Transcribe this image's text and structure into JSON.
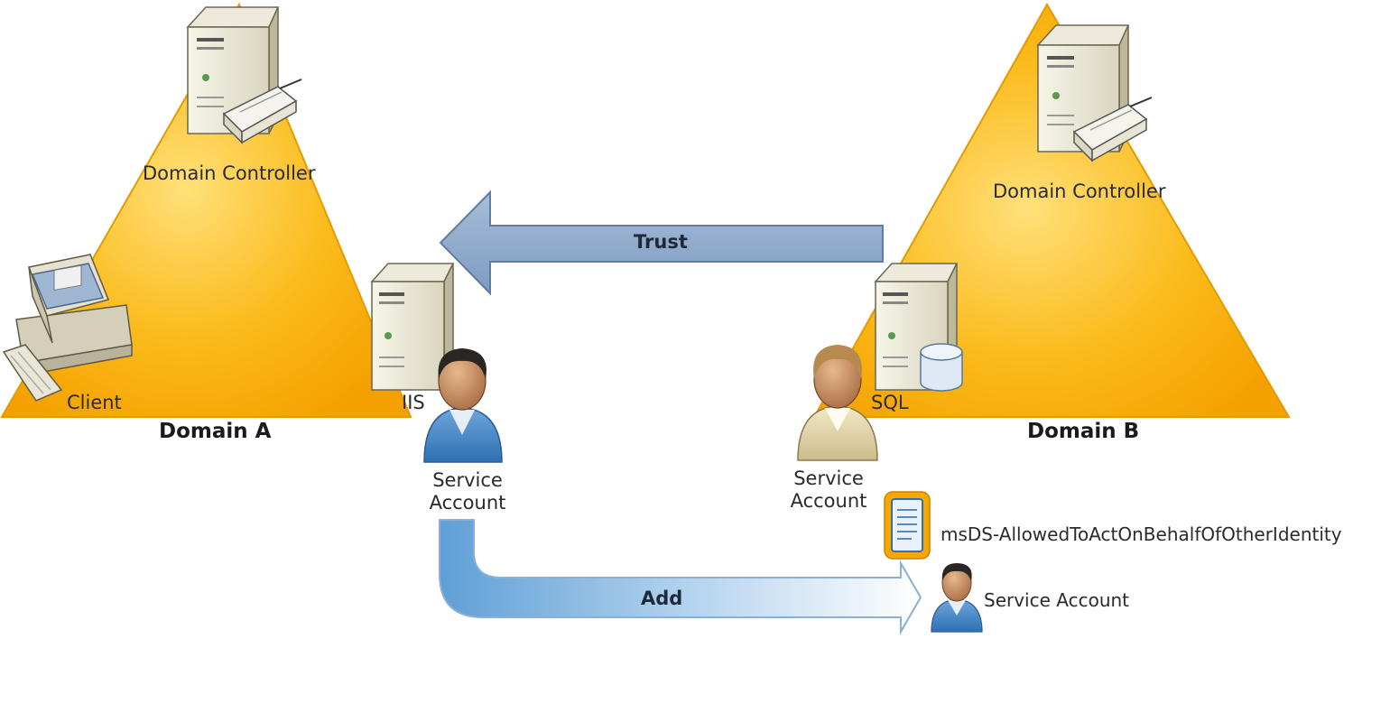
{
  "domain_a": {
    "name": "Domain A",
    "domain_controller": "Domain Controller",
    "client": "Client",
    "iis": "IIS",
    "service_account": "Service\nAccount"
  },
  "domain_b": {
    "name": "Domain B",
    "domain_controller": "Domain Controller",
    "sql": "SQL",
    "service_account": "Service\nAccount"
  },
  "trust_arrow": {
    "label": "Trust"
  },
  "add_arrow": {
    "label": "Add"
  },
  "attribute": {
    "name": "msDS-AllowedToActOnBehalfOfOtherIdentity",
    "member": "Service Account"
  },
  "colors": {
    "domain_fill": "#f9a800",
    "domain_light": "#ffd76a",
    "trust_arrow": "#8ea8c9",
    "add_arrow": "#6fa6d4"
  }
}
